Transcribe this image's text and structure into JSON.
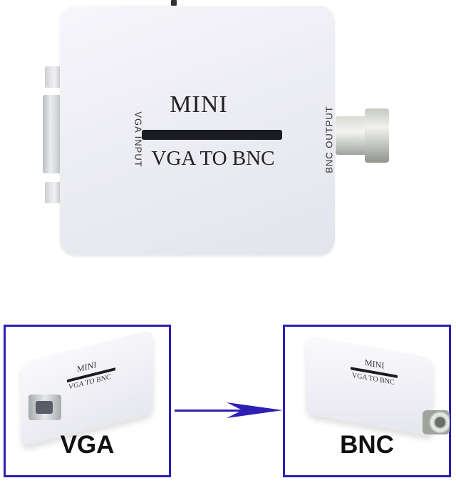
{
  "product": {
    "title_line1": "MINI",
    "title_line2": "VGA TO BNC",
    "left_port_label": "VGA  INPUT",
    "right_port_label": "BNC  OUTPUT"
  },
  "diagram": {
    "source_label": "VGA",
    "target_label": "BNC",
    "frame_color": "#2e1fb3",
    "arrow_color": "#2e1fb3",
    "source_box": {
      "title_line1": "MINI",
      "title_line2": "VGA TO BNC"
    },
    "target_box": {
      "title_line1": "MINI",
      "title_line2": "VGA TO BNC"
    }
  }
}
